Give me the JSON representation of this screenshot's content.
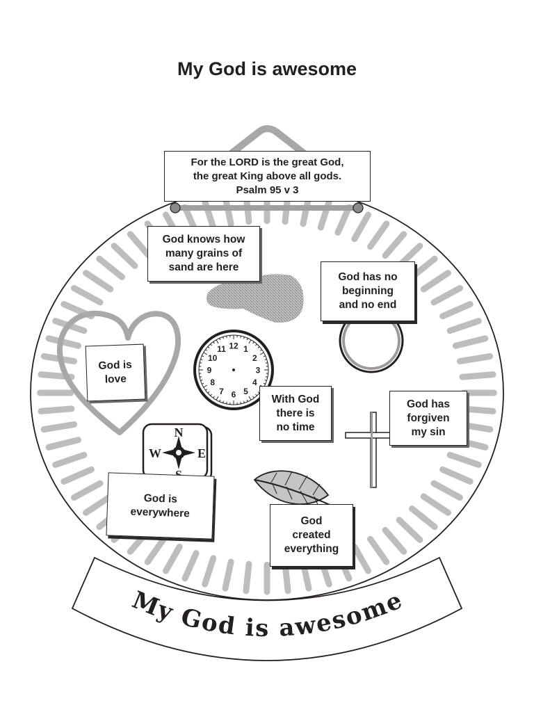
{
  "page": {
    "title": "My God is awesome"
  },
  "banner": {
    "text": "My God is awesome"
  },
  "verse": {
    "lines": [
      "For the LORD is the great God,",
      "the great King above all gods.",
      "Psalm 95 v 3"
    ]
  },
  "cards": {
    "sand": {
      "lines": [
        "God knows how",
        "many grains of",
        "sand are here"
      ]
    },
    "beginning": {
      "lines": [
        "God has no",
        "beginning",
        "and no end"
      ]
    },
    "love": {
      "lines": [
        "God is",
        "love"
      ]
    },
    "time": {
      "lines": [
        "With God",
        "there is",
        "no time"
      ]
    },
    "forgiven": {
      "lines": [
        "God has",
        "forgiven",
        "my sin"
      ]
    },
    "everywhere": {
      "lines": [
        "God is",
        "everywhere"
      ]
    },
    "created": {
      "lines": [
        "God",
        "created",
        "everything"
      ]
    }
  },
  "clock": {
    "numbers": [
      "12",
      "1",
      "2",
      "3",
      "4",
      "5",
      "6",
      "7",
      "8",
      "9",
      "10",
      "11"
    ]
  },
  "compass": {
    "north": "N",
    "east": "E",
    "south": "S",
    "west": "W"
  },
  "colors": {
    "ink": "#231f20",
    "spoke": "#bdbdbd",
    "hanger": "#a8a8a8",
    "sand": "#9a9a9a"
  }
}
